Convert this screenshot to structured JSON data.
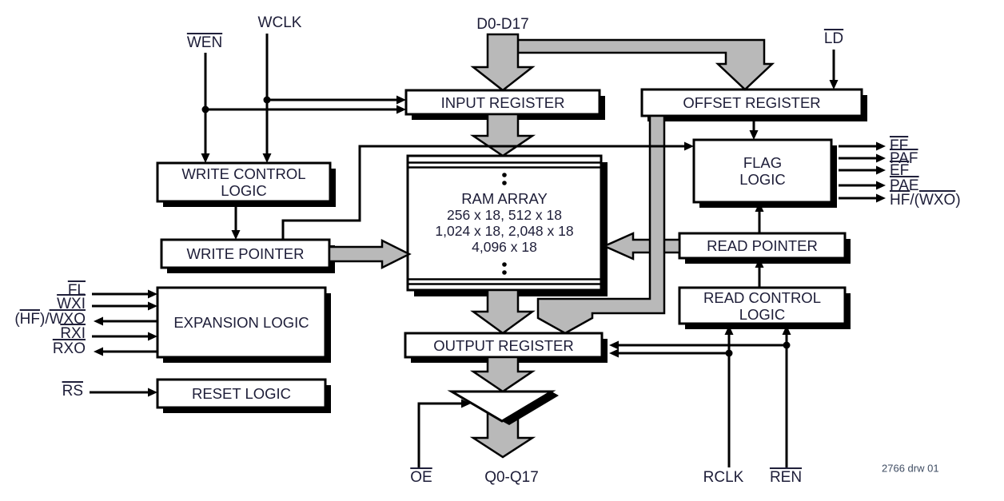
{
  "blocks": {
    "input_register": {
      "lines": [
        "INPUT REGISTER"
      ]
    },
    "offset_register": {
      "lines": [
        "OFFSET REGISTER"
      ]
    },
    "flag_logic": {
      "lines": [
        "FLAG",
        "LOGIC"
      ]
    },
    "write_control_logic": {
      "lines": [
        "WRITE CONTROL",
        "LOGIC"
      ]
    },
    "write_pointer": {
      "lines": [
        "WRITE POINTER"
      ]
    },
    "ram_array": {
      "lines": [
        "RAM ARRAY",
        "256 x 18, 512 x 18",
        "1,024 x 18, 2,048 x 18",
        "4,096 x 18"
      ]
    },
    "expansion_logic": {
      "lines": [
        "EXPANSION LOGIC"
      ]
    },
    "reset_logic": {
      "lines": [
        "RESET LOGIC"
      ]
    },
    "output_register": {
      "lines": [
        "OUTPUT REGISTER"
      ]
    },
    "read_pointer": {
      "lines": [
        "READ POINTER"
      ]
    },
    "read_control_logic": {
      "lines": [
        "READ CONTROL",
        "LOGIC"
      ]
    }
  },
  "signals": {
    "wen": {
      "segments": [
        {
          "t": "WEN",
          "o": true
        }
      ]
    },
    "wclk": {
      "segments": [
        {
          "t": "WCLK",
          "o": false
        }
      ]
    },
    "d_bus": {
      "segments": [
        {
          "t": "D0-D17",
          "o": false
        }
      ]
    },
    "ld": {
      "segments": [
        {
          "t": "LD",
          "o": true
        }
      ]
    },
    "ff": {
      "segments": [
        {
          "t": "FF",
          "o": true
        }
      ]
    },
    "paf": {
      "segments": [
        {
          "t": "PAF",
          "o": true
        }
      ]
    },
    "ef": {
      "segments": [
        {
          "t": "EF",
          "o": true
        }
      ]
    },
    "pae": {
      "segments": [
        {
          "t": "PAE",
          "o": true
        }
      ]
    },
    "hf_wxo": {
      "segments": [
        {
          "t": "HF",
          "o": true
        },
        {
          "t": "/(",
          "o": false
        },
        {
          "t": "WXO",
          "o": true
        },
        {
          "t": ")",
          "o": false
        }
      ]
    },
    "fl": {
      "segments": [
        {
          "t": "FL",
          "o": true
        }
      ]
    },
    "wxi": {
      "segments": [
        {
          "t": "WXI",
          "o": true
        }
      ]
    },
    "hf_wxo_left": {
      "segments": [
        {
          "t": "(",
          "o": false
        },
        {
          "t": "HF",
          "o": true
        },
        {
          "t": ")/",
          "o": false
        },
        {
          "t": "WXO",
          "o": true
        }
      ]
    },
    "rxi": {
      "segments": [
        {
          "t": "RXI",
          "o": true
        }
      ]
    },
    "rxo": {
      "segments": [
        {
          "t": "RXO",
          "o": true
        }
      ]
    },
    "rs": {
      "segments": [
        {
          "t": "RS",
          "o": true
        }
      ]
    },
    "oe": {
      "segments": [
        {
          "t": "OE",
          "o": true
        }
      ]
    },
    "q_bus": {
      "segments": [
        {
          "t": "Q0-Q17",
          "o": false
        }
      ]
    },
    "rclk": {
      "segments": [
        {
          "t": "RCLK",
          "o": false
        }
      ]
    },
    "ren": {
      "segments": [
        {
          "t": "REN",
          "o": true
        }
      ]
    }
  },
  "footnote": "2766 drw 01",
  "colors": {
    "background": "#ffffff",
    "line": "#000000",
    "arrow_fill": "#b9b9b9",
    "text": "#1d1d38",
    "footnote_text": "#3f4d63"
  }
}
